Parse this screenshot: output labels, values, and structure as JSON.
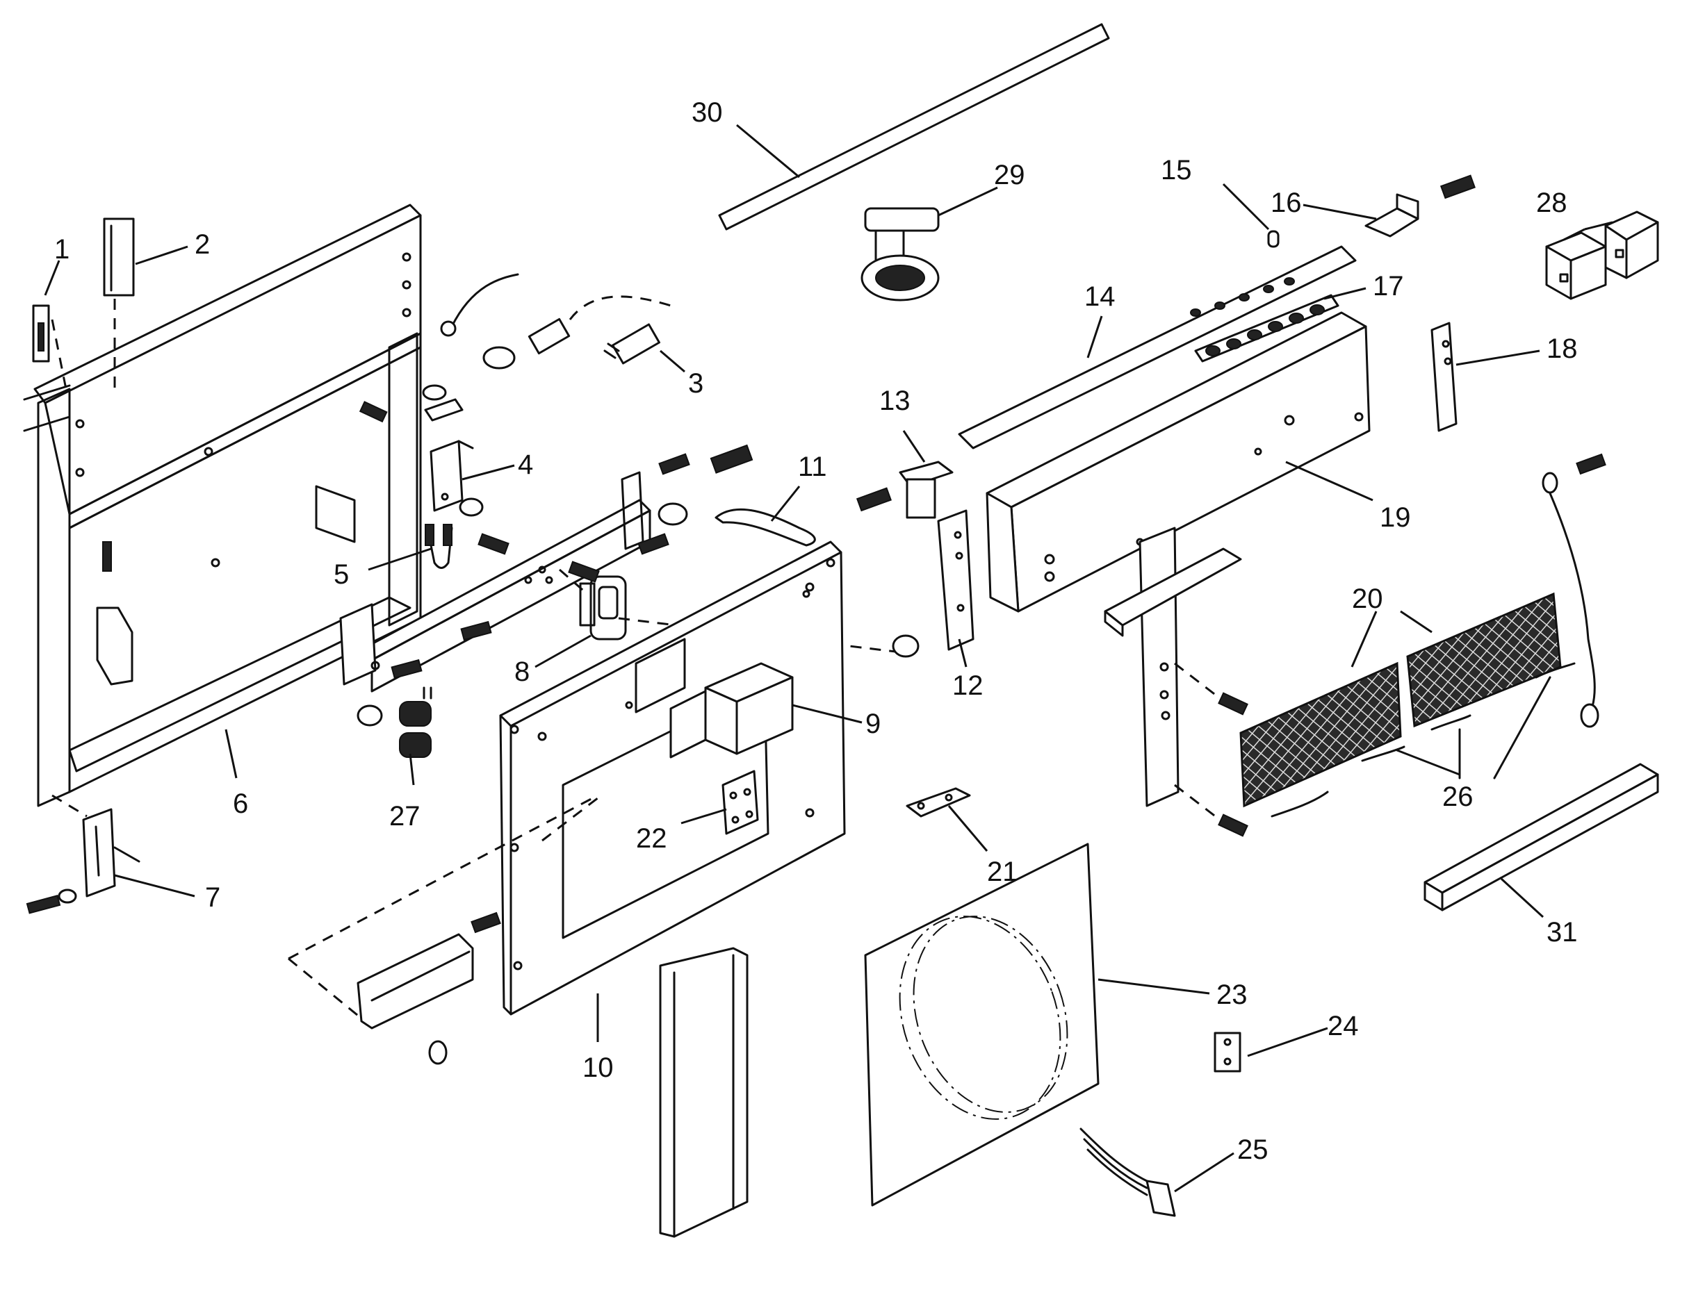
{
  "callouts": {
    "c1": "1",
    "c2": "2",
    "c3": "3",
    "c4": "4",
    "c5": "5",
    "c6": "6",
    "c7": "7",
    "c8": "8",
    "c9": "9",
    "c10": "10",
    "c11": "11",
    "c12": "12",
    "c13": "13",
    "c14": "14",
    "c15": "15",
    "c16": "16",
    "c17": "17",
    "c18": "18",
    "c19": "19",
    "c20": "20",
    "c21": "21",
    "c22": "22",
    "c23": "23",
    "c24": "24",
    "c25": "25",
    "c26": "26",
    "c27": "27",
    "c28": "28",
    "c29": "29",
    "c30": "30",
    "c31": "31"
  },
  "colors": {
    "line": "#111111",
    "background": "#ffffff"
  }
}
